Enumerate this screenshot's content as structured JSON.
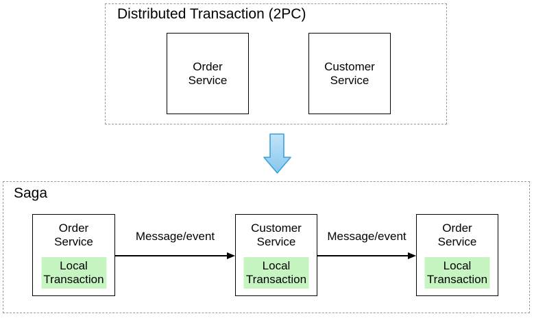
{
  "colors": {
    "background": "#ffffff",
    "dashed_border": "#999999",
    "node_border": "#000000",
    "node_fill": "#ffffff",
    "local_transaction_fill": "#c6f5c2",
    "edge_color": "#000000",
    "text_color": "#000000",
    "transform_arrow_fill_top": "#c2e4f8",
    "transform_arrow_fill_bottom": "#88c6ee",
    "transform_arrow_stroke": "#36a1dd"
  },
  "top_section": {
    "title": "Distributed Transaction (2PC)",
    "nodes": [
      {
        "lines": [
          "Order",
          "Service"
        ]
      },
      {
        "lines": [
          "Customer",
          "Service"
        ]
      }
    ]
  },
  "transform_arrow": {
    "icon": "down-arrow"
  },
  "bottom_section": {
    "title": "Saga",
    "nodes": [
      {
        "lines": [
          "Order",
          "Service"
        ],
        "local": [
          "Local",
          "Transaction"
        ]
      },
      {
        "lines": [
          "Customer",
          "Service"
        ],
        "local": [
          "Local",
          "Transaction"
        ]
      },
      {
        "lines": [
          "Order",
          "Service"
        ],
        "local": [
          "Local",
          "Transaction"
        ]
      }
    ],
    "edges": [
      {
        "label": "Message/event"
      },
      {
        "label": "Message/event"
      }
    ]
  }
}
